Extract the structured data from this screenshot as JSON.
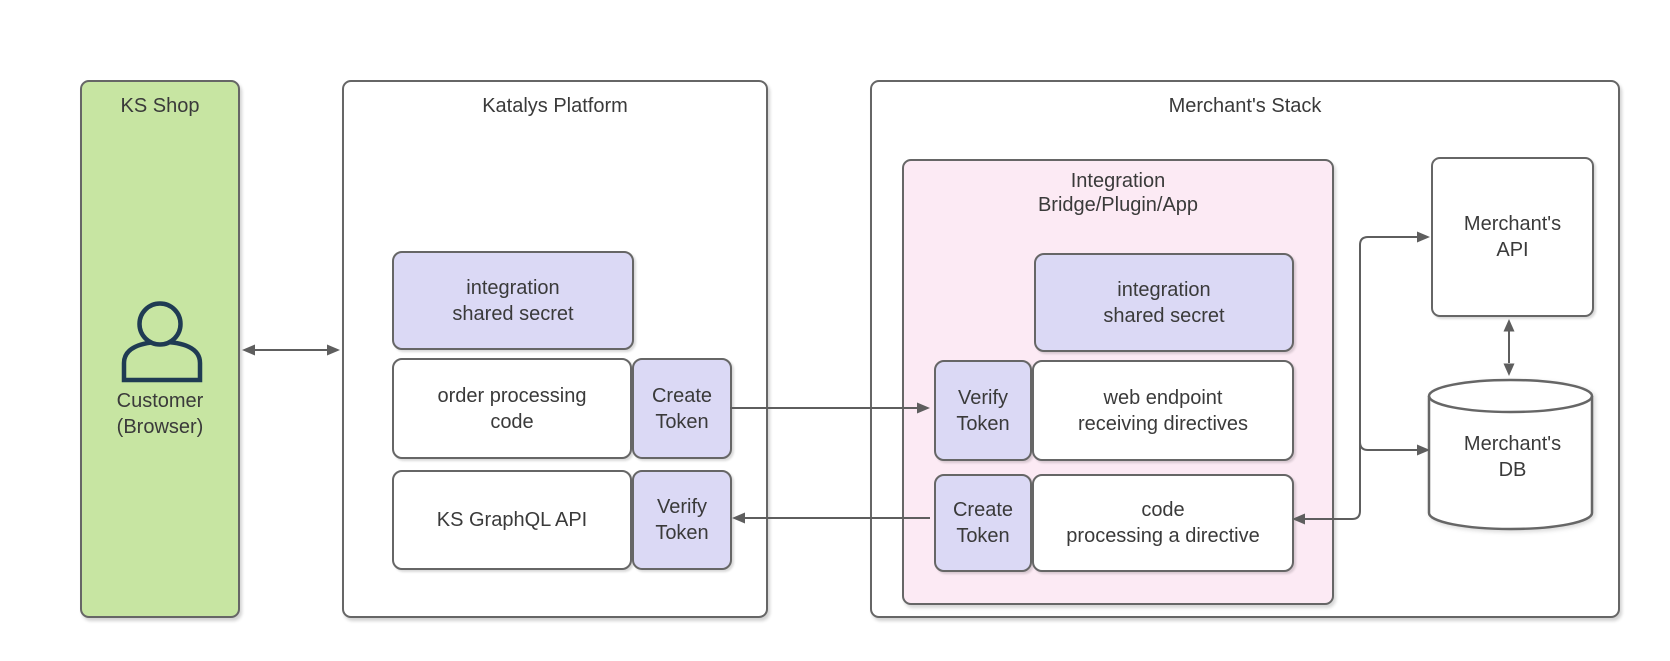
{
  "colors": {
    "canvas_bg": "#ffffff",
    "green_fill": "#c7e5a2",
    "lavender_fill": "#dbd9f5",
    "pink_fill": "#fceaf4",
    "white_fill": "#ffffff",
    "stroke": "#666666",
    "connector": "#5e5e5e",
    "text": "#3a3a3a",
    "icon_stroke": "#1f3b53"
  },
  "ks_shop": {
    "title": "KS Shop",
    "customer_label": [
      "Customer",
      "(Browser)"
    ]
  },
  "katalys": {
    "title": "Katalys Platform",
    "shared_secret": [
      "integration",
      "shared secret"
    ],
    "order_processing": [
      "order processing",
      "code"
    ],
    "create_token": [
      "Create",
      "Token"
    ],
    "graphql_api": "KS GraphQL API",
    "verify_token": [
      "Verify",
      "Token"
    ]
  },
  "merchant": {
    "title": "Merchant's Stack",
    "bridge": {
      "title": [
        "Integration",
        "Bridge/Plugin/App"
      ],
      "shared_secret": [
        "integration",
        "shared secret"
      ],
      "verify_token": [
        "Verify",
        "Token"
      ],
      "web_endpoint": [
        "web endpoint",
        "receiving directives"
      ],
      "create_token": [
        "Create",
        "Token"
      ],
      "code_processing": [
        "code",
        "processing a directive"
      ]
    },
    "api": [
      "Merchant's",
      "API"
    ],
    "db": [
      "Merchant's",
      "DB"
    ]
  }
}
